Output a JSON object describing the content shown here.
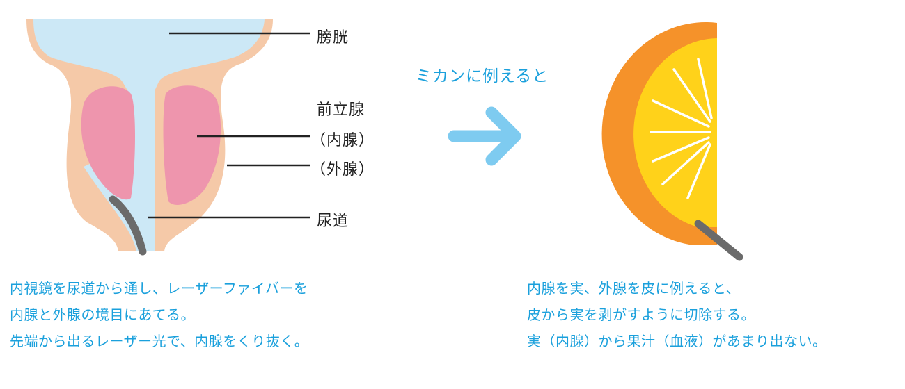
{
  "labels": {
    "bladder": "膀胱",
    "prostate": "前立腺",
    "inner_gland": "（内腺）",
    "outer_gland": "（外腺）",
    "urethra": "尿道"
  },
  "analogy_label": "ミカンに例えると",
  "left_caption": [
    "内視鏡を尿道から通し、レーザーファイバーを",
    "内腺と外腺の境目にあてる。",
    "先端から出るレーザー光で、内腺をくり抜く。"
  ],
  "right_caption": [
    "内腺を実、外腺を皮に例えると、",
    "皮から実を剥がすように切除する。",
    "実（内腺）から果汁（血液）があまり出ない。"
  ],
  "colors": {
    "bladder": "#cce8f6",
    "outer_gland": "#f5c9a8",
    "inner_gland": "#ee95ad",
    "fiber": "#6b6b6b",
    "arrow": "#7ecbf0",
    "orange_peel": "#f5922a",
    "orange_flesh": "#ffd21a",
    "segment_line": "#ffffff",
    "caption_text": "#1aa0dc"
  }
}
